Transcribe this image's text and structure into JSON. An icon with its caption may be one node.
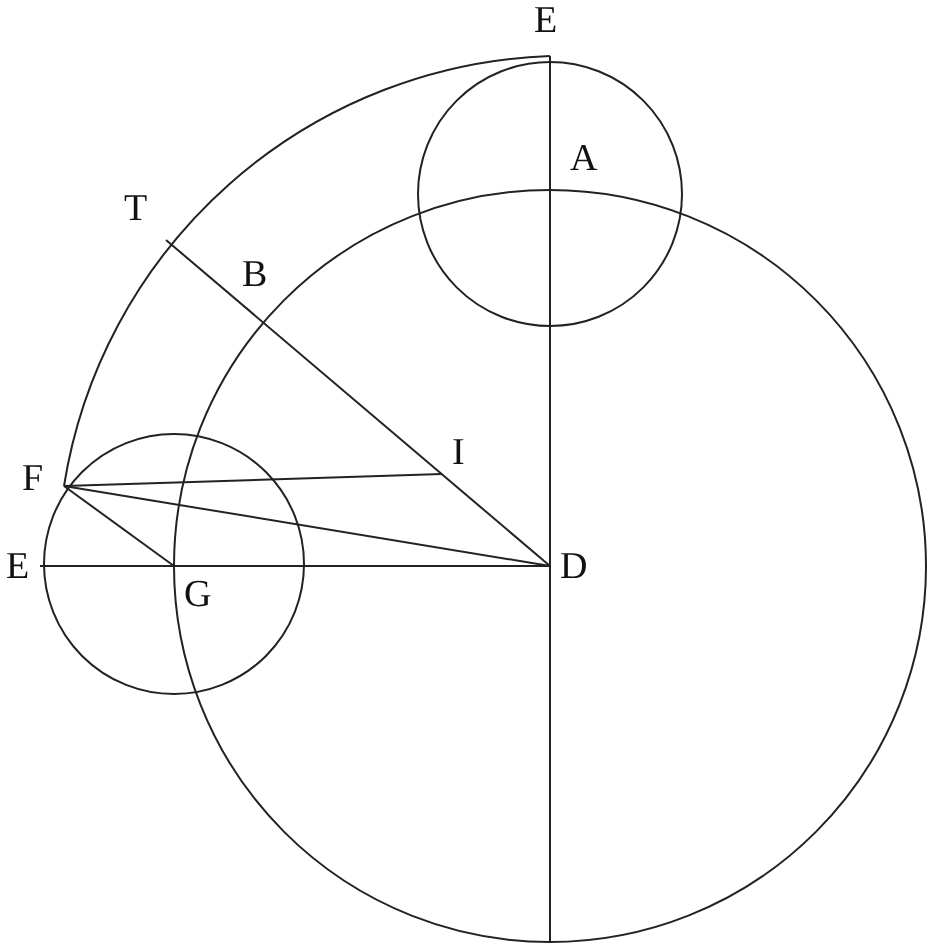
{
  "diagram": {
    "labels": [
      "E",
      "A",
      "T",
      "B",
      "I",
      "F",
      "E",
      "G",
      "D"
    ]
  }
}
